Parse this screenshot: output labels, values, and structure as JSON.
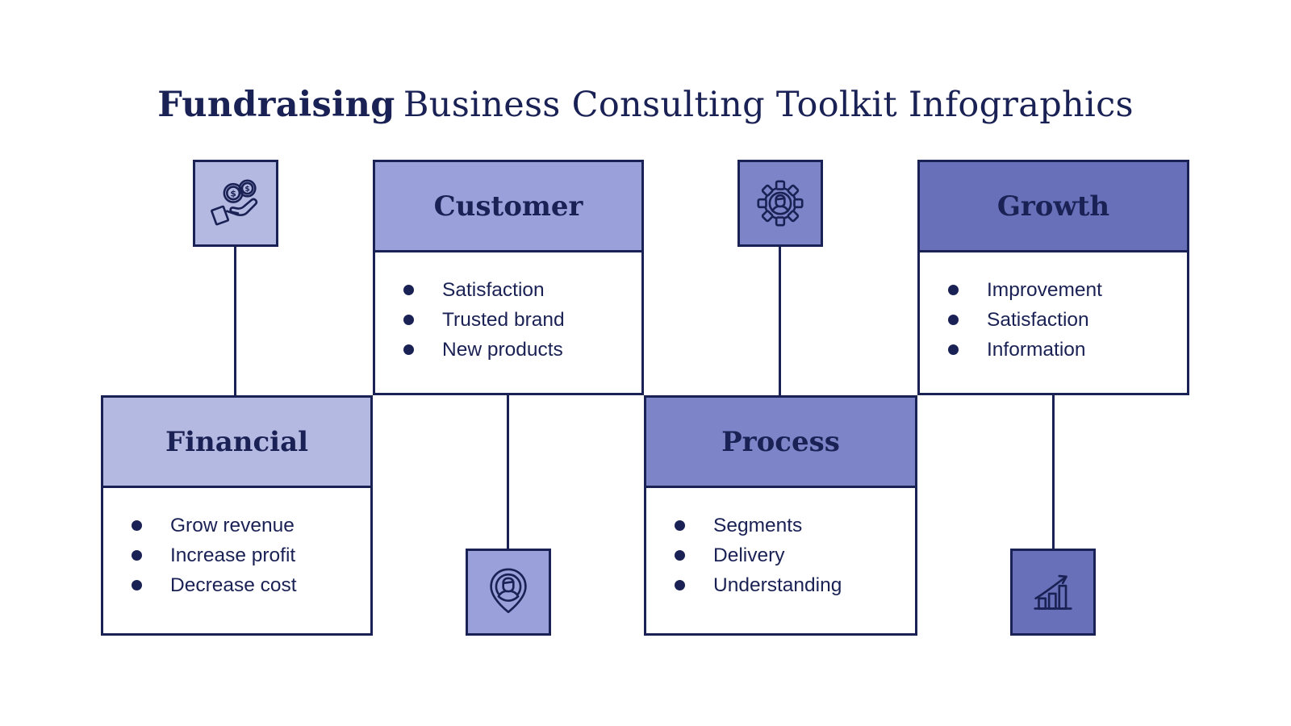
{
  "title": {
    "bold": "Fundraising",
    "regular": "Business Consulting Toolkit Infographics"
  },
  "colors": {
    "navy": "#1a2154",
    "financial": "#b4b9e2",
    "customer": "#99a0da",
    "process": "#7d85c8",
    "growth": "#6770b8",
    "background": "#ffffff"
  },
  "groups": [
    {
      "name": "Financial",
      "icon": "hand-coins-icon",
      "items": [
        "Grow revenue",
        "Increase profit",
        "Decrease cost"
      ]
    },
    {
      "name": "Customer",
      "icon": "person-location-pin-icon",
      "items": [
        "Satisfaction",
        "Trusted brand",
        "New products"
      ]
    },
    {
      "name": "Process",
      "icon": "person-gear-icon",
      "items": [
        "Segments",
        "Delivery",
        "Understanding"
      ]
    },
    {
      "name": "Growth",
      "icon": "bar-chart-growth-icon",
      "items": [
        "Improvement",
        "Satisfaction",
        "Information"
      ]
    }
  ]
}
